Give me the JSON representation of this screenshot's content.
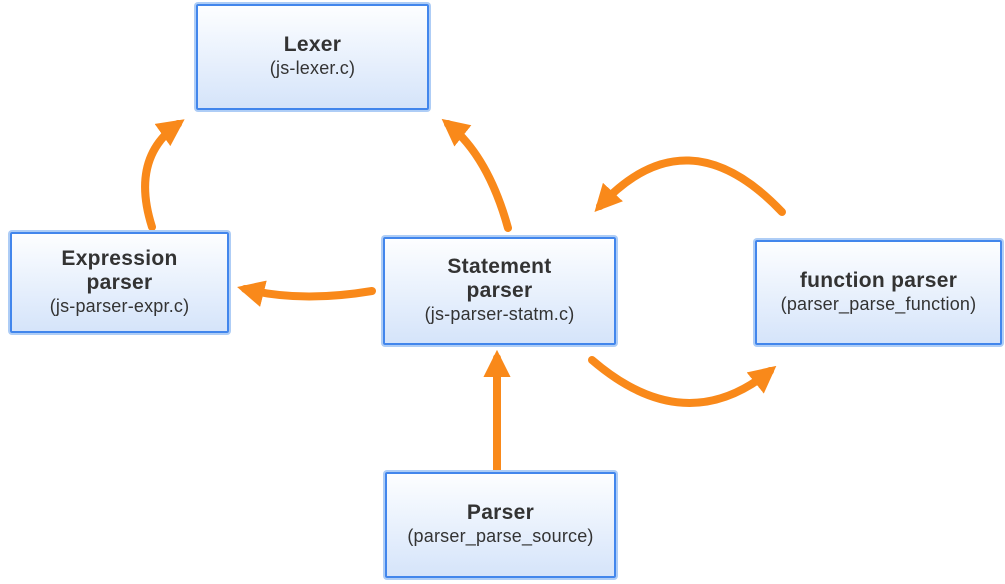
{
  "diagram": {
    "colors": {
      "background": "#ffffff",
      "arrow": "#f9891a",
      "node_border": "#4286ec",
      "node_halo": "#aecdf6",
      "node_fill_top": "#fdfeff",
      "node_fill_bottom": "#d5e4fa",
      "text": "#333333"
    },
    "nodes": {
      "lexer": {
        "title": "Lexer",
        "subtitle": "(js-lexer.c)"
      },
      "expression_parser": {
        "title": "Expression parser",
        "subtitle": "(js-parser-expr.c)"
      },
      "statement_parser": {
        "title": "Statement parser",
        "subtitle": "(js-parser-statm.c)"
      },
      "function_parser": {
        "title": "function parser",
        "subtitle": "(parser_parse_function)"
      },
      "parser": {
        "title": "Parser",
        "subtitle": "(parser_parse_source)"
      }
    },
    "edges": [
      {
        "from": "expression_parser",
        "to": "lexer"
      },
      {
        "from": "statement_parser",
        "to": "lexer"
      },
      {
        "from": "statement_parser",
        "to": "expression_parser"
      },
      {
        "from": "function_parser",
        "to": "statement_parser"
      },
      {
        "from": "statement_parser",
        "to": "function_parser"
      },
      {
        "from": "parser",
        "to": "statement_parser"
      }
    ]
  }
}
